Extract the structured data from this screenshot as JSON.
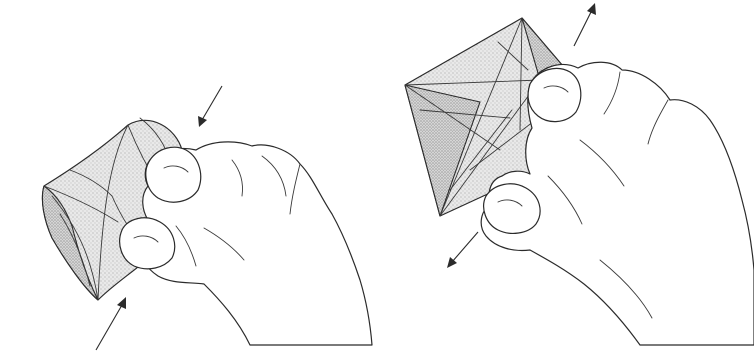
{
  "figure": {
    "panels": [
      {
        "id": "left",
        "arrows": [
          {
            "direction": "down-left",
            "meaning": "push"
          },
          {
            "direction": "up-right",
            "meaning": "push"
          }
        ]
      },
      {
        "id": "right",
        "arrows": [
          {
            "direction": "up-right",
            "meaning": "pull"
          },
          {
            "direction": "down-left",
            "meaning": "pull"
          }
        ]
      }
    ],
    "colors": {
      "ink": "#2b2b2b",
      "paper_tone": "#c9c9c9",
      "background": "#ffffff"
    }
  }
}
